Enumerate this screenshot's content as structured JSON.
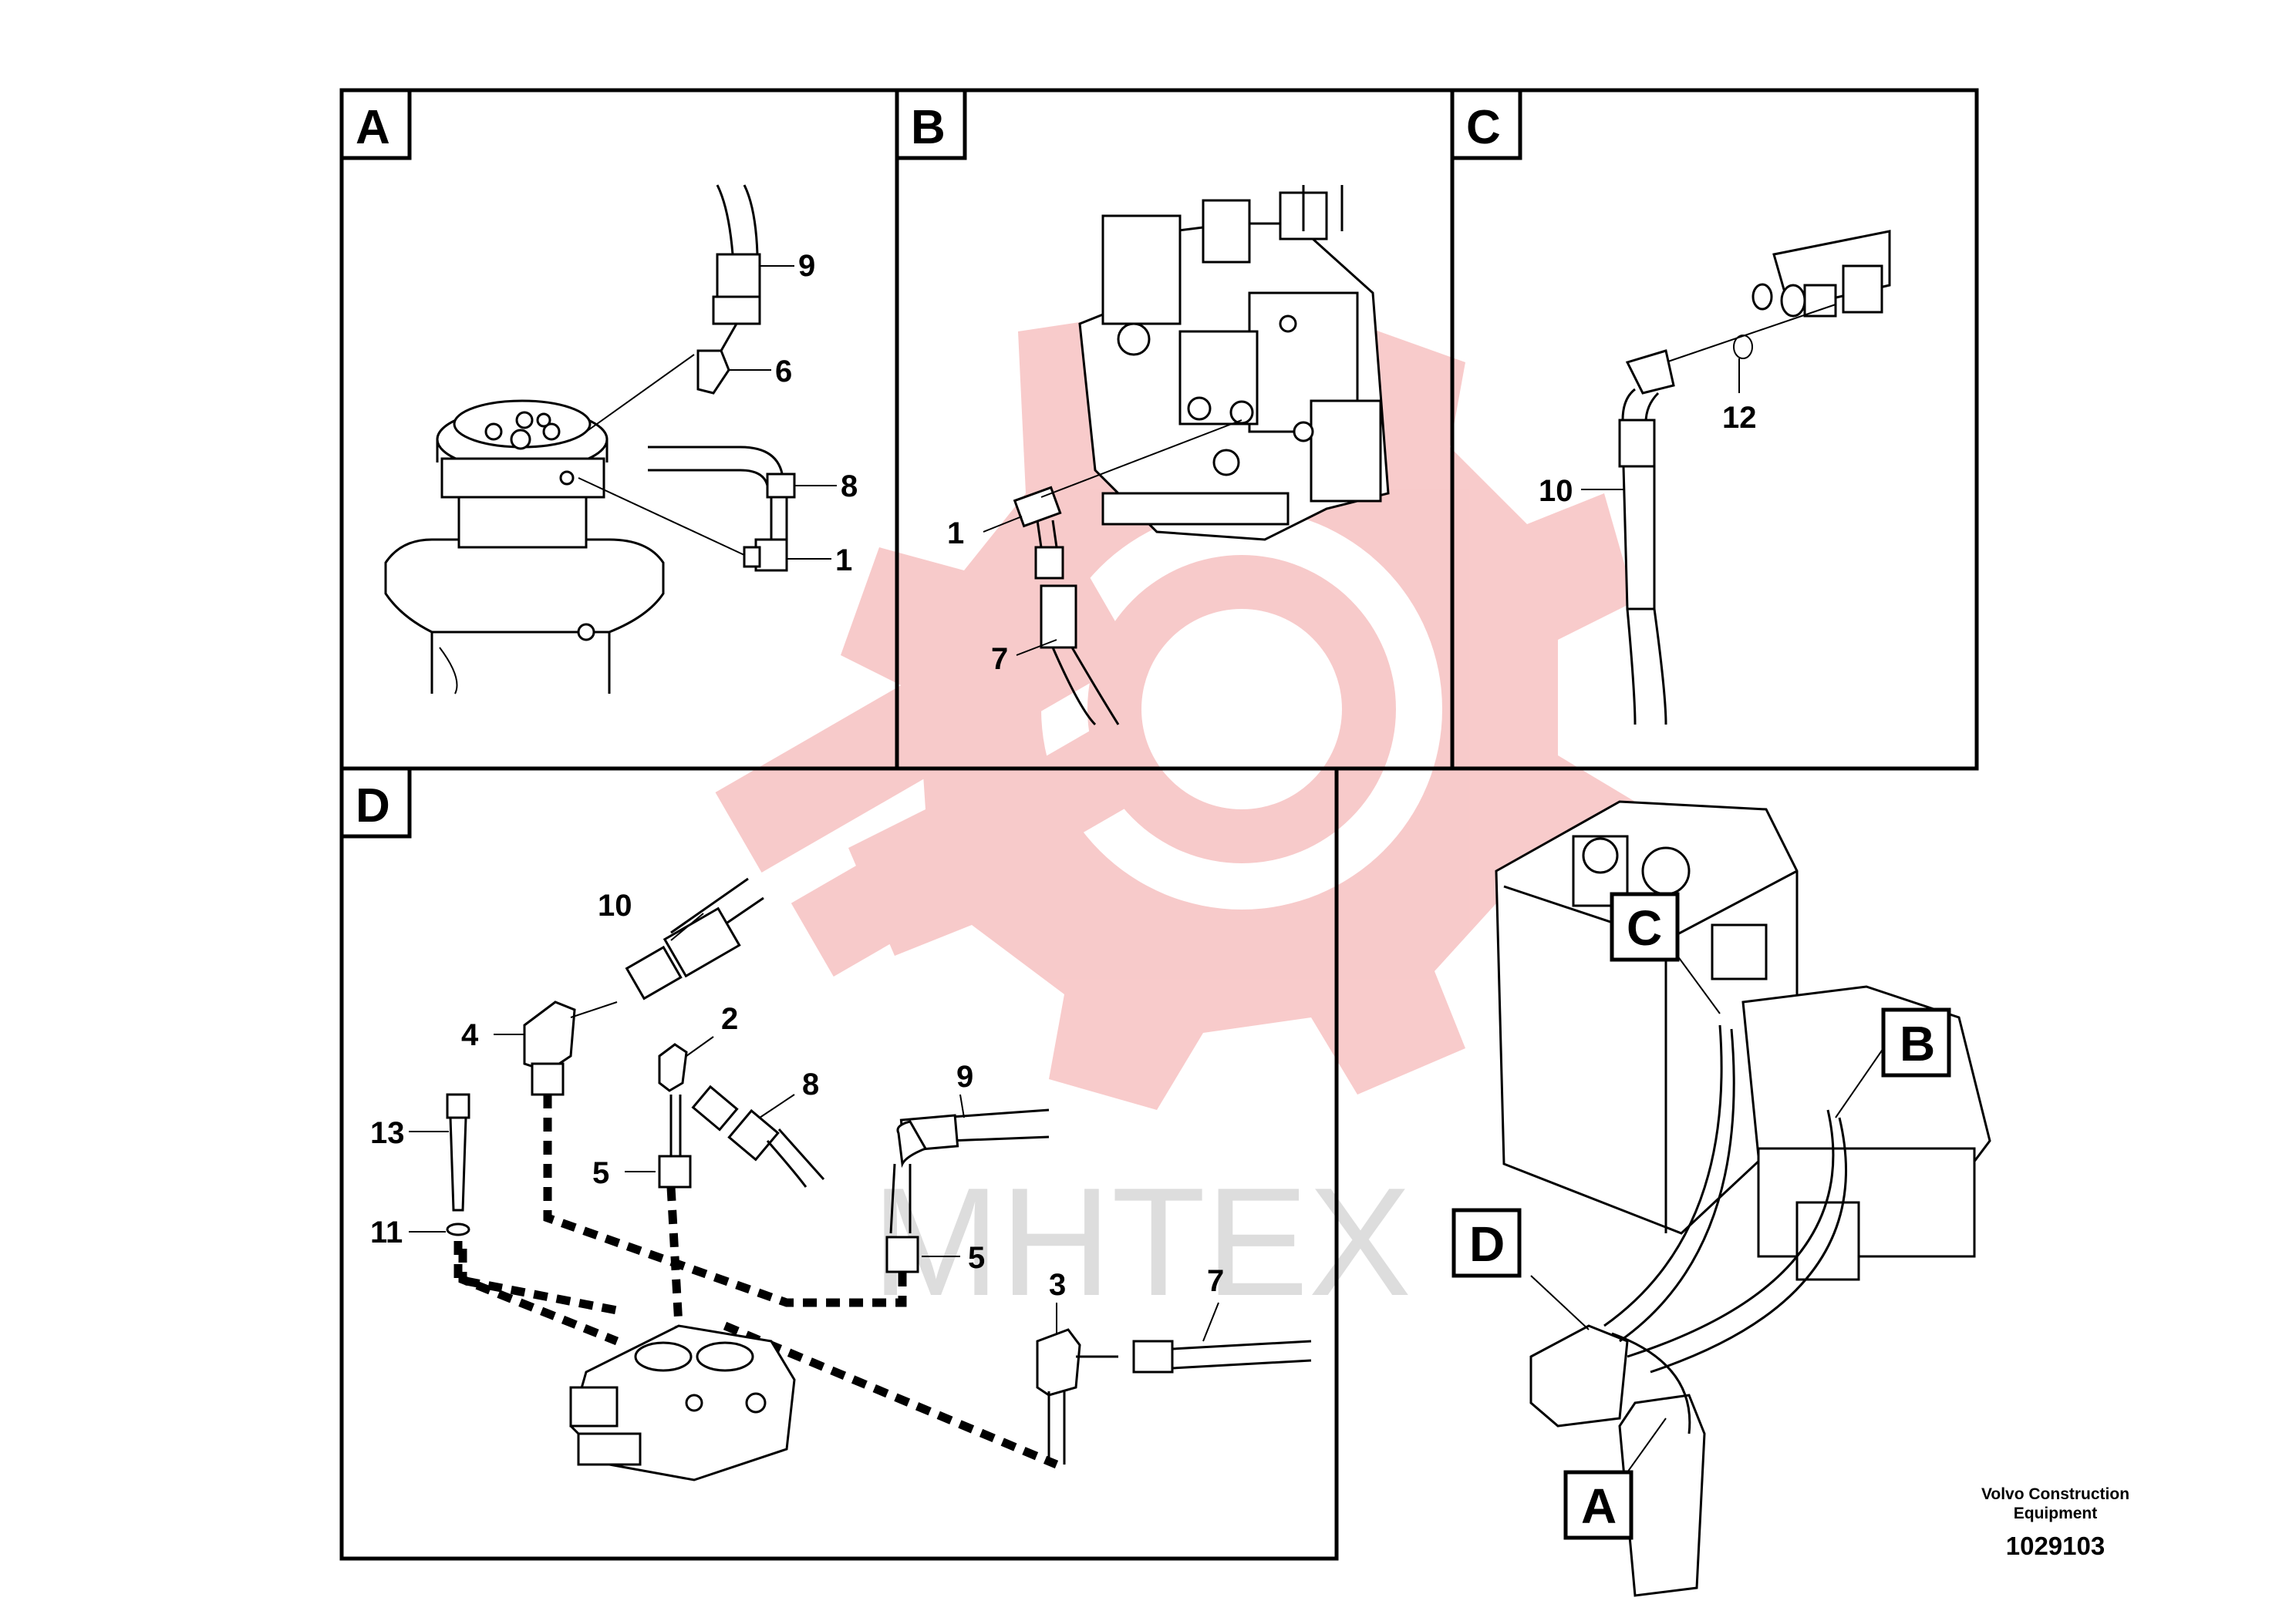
{
  "panels": {
    "A": {
      "label": "A",
      "callouts": [
        "9",
        "6",
        "8",
        "1"
      ]
    },
    "B": {
      "label": "B",
      "callouts": [
        "1",
        "7"
      ]
    },
    "C": {
      "label": "C",
      "callouts": [
        "12",
        "10"
      ]
    },
    "D": {
      "label": "D",
      "callouts": [
        "10",
        "2",
        "4",
        "8",
        "9",
        "13",
        "5",
        "11",
        "5",
        "3",
        "7"
      ]
    }
  },
  "overview": {
    "refs": [
      "C",
      "B",
      "D",
      "A"
    ]
  },
  "watermark": {
    "text": "MHTEX",
    "color": "#f2b0b0"
  },
  "footer": {
    "credit_line1": "Volvo Construction",
    "credit_line2": "Equipment",
    "doc_number": "1029103"
  }
}
